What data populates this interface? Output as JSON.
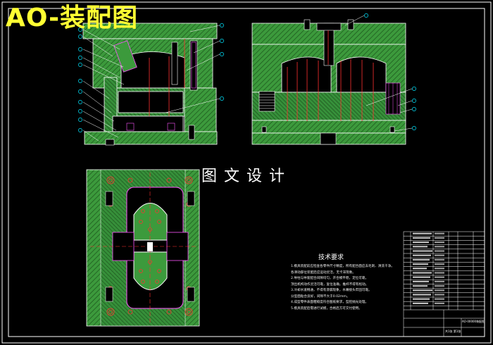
{
  "title": "AO-装配图",
  "watermark": "图文设计",
  "tech_requirements": {
    "title": "技术要求",
    "lines": [
      "1.模具装配前应检查各零件尺寸精度，所有配合面应去毛刺、清洗干净。",
      "  各滑动部位装配后应运动灵活，无卡滞现象。",
      "2.导柱与导套配合间隙均匀，开合模平稳，定位可靠。",
      "  顶出机构动作灵活可靠，复位准确，推杆不得有松动。",
      "3.冷却水道畅通，不得有渗漏现象，水嘴接头牢固可靠。",
      "  分型面贴合良好，间隙不大于0.02mm。",
      "4.成型零件表面粗糙度符合图纸要求，型腔抛光处理。",
      "5.模具装配后需进行试模，合格后方可交付使用。"
    ]
  },
  "title_block": {
    "drawing_no": "AO-00000装配图",
    "sheet": "共1张 第1张"
  },
  "colors": {
    "background": "#000000",
    "frame": "#ffffff",
    "body_fill": "#3c9a3c",
    "hatch": "#1f5a1f",
    "outline": "#ffffff",
    "pink": "#ff55ff",
    "leader": "#ffffff",
    "balloon": "#00e5ff",
    "title_text": "#ffff33",
    "red_line": "#ff3030"
  },
  "icons": [
    "leader-balloon-icon",
    "bolt-icon",
    "ejector-pin-icon",
    "cooling-spring-icon"
  ]
}
